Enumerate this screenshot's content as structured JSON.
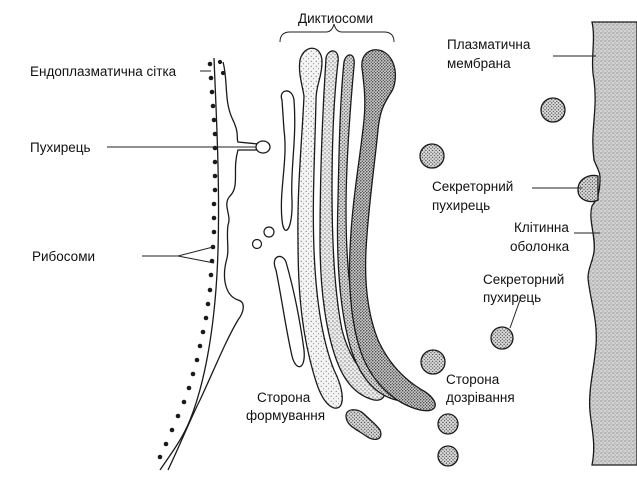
{
  "labels": {
    "dictyosomes": "Диктиосоми",
    "er": "Ендоплазматична сітка",
    "vesicle": "Пухирець",
    "ribosomes": "Рибосоми",
    "plasma_membrane_line1": "Плазматична",
    "plasma_membrane_line2": "мембрана",
    "secretory_vesicle_a_line1": "Секреторний",
    "secretory_vesicle_a_line2": "пухирець",
    "cell_wall_line1": "Клітинна",
    "cell_wall_line2": "оболонка",
    "secretory_vesicle_b_line1": "Секреторний",
    "secretory_vesicle_b_line2": "пухирець",
    "forming_side_line1": "Сторона",
    "forming_side_line2": "формування",
    "maturing_side_line1": "Сторона",
    "maturing_side_line2": "дозрівання"
  },
  "colors": {
    "ink": "#1a1a1a",
    "cisterna_fill_light": "#ececec",
    "cisterna_fill_mid": "#dadada",
    "cisterna_fill_dark": "#c4c4c4",
    "wall_fill": "#d6d6d6"
  }
}
